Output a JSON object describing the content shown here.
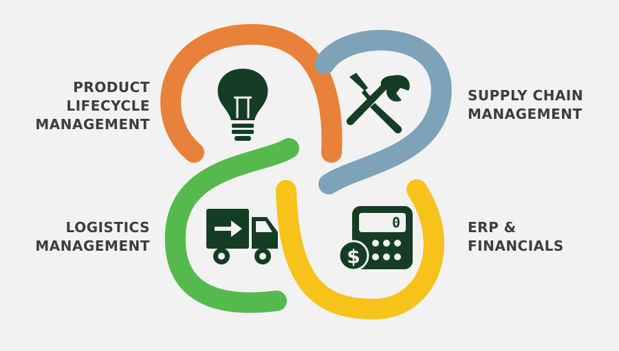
{
  "quadrants": [
    {
      "id": "plm",
      "lines": [
        "PRODUCT",
        "LIFECYCLE",
        "MANAGEMENT"
      ],
      "icon": "lightbulb-icon",
      "color": "#e8813a"
    },
    {
      "id": "scm",
      "lines": [
        "SUPPLY CHAIN",
        "MANAGEMENT"
      ],
      "icon": "wrench-screwdriver-icon",
      "color": "#7ea3b8"
    },
    {
      "id": "logistics",
      "lines": [
        "LOGISTICS",
        "MANAGEMENT"
      ],
      "icon": "delivery-truck-icon",
      "color": "#55b94e"
    },
    {
      "id": "erp",
      "lines": [
        "ERP &",
        "FINANCIALS"
      ],
      "icon": "calculator-dollar-icon",
      "color": "#f7c21a"
    }
  ],
  "icon_color": "#143d24",
  "calculator_display": "0",
  "dollar_symbol": "$"
}
